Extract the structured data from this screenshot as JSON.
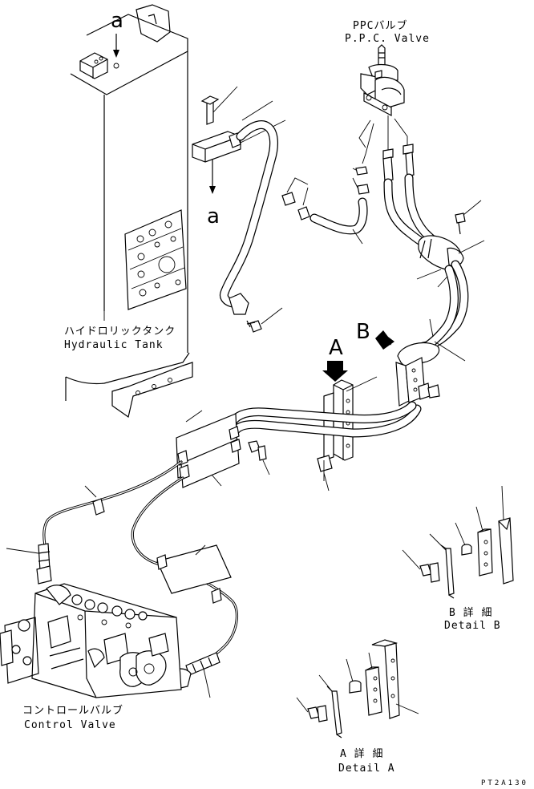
{
  "labels": {
    "ppc_valve_jp": "PPCバルブ",
    "ppc_valve_en": "P.P.C. Valve",
    "hydraulic_tank_jp": "ハイドロリックタンク",
    "hydraulic_tank_en": "Hydraulic Tank",
    "control_valve_jp": "コントロールバルブ",
    "control_valve_en": "Control Valve",
    "detail_b_jp": "B 詳 細",
    "detail_b_en": "Detail B",
    "detail_a_jp": "A 詳 細",
    "detail_a_en": "Detail A"
  },
  "view_marks": {
    "a_top": "a",
    "a_mid": "a",
    "A": "A",
    "B": "B"
  },
  "drawing_ref": "PT2A130"
}
